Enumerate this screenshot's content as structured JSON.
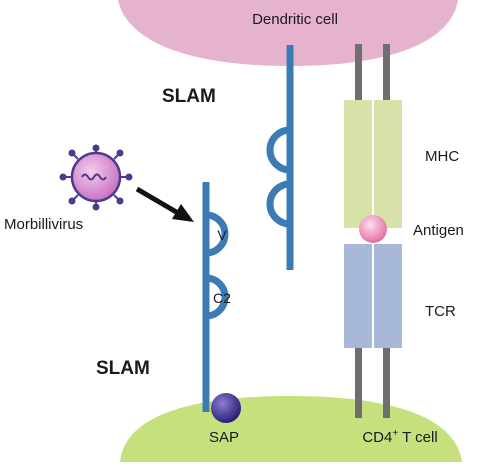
{
  "labels": {
    "dendritic_cell": "Dendritic cell",
    "slam_top": "SLAM",
    "slam_bottom": "SLAM",
    "morbillivirus": "Morbillivirus",
    "domain_v": "V",
    "domain_c2": "C2",
    "mhc": "MHC",
    "antigen": "Antigen",
    "tcr": "TCR",
    "sap": "SAP",
    "cd4_prefix": "CD4",
    "cd4_superscript": "+",
    "cd4_suffix": " T cell"
  },
  "colors": {
    "dendritic_cell_fill": "#e6b3cf",
    "t_cell_fill": "#c5e07d",
    "slam_stroke": "#3d7bb5",
    "mhc_fill": "#d6e2a8",
    "tcr_fill": "#a7b8d9",
    "stalk_gray": "#6e6e6e",
    "antigen_fill": "#e66fa4",
    "sap_fill": "#3a2a8c",
    "virus_fill": "#cf7fc7",
    "virus_spike": "#4c3a8c",
    "arrow": "#111111"
  }
}
